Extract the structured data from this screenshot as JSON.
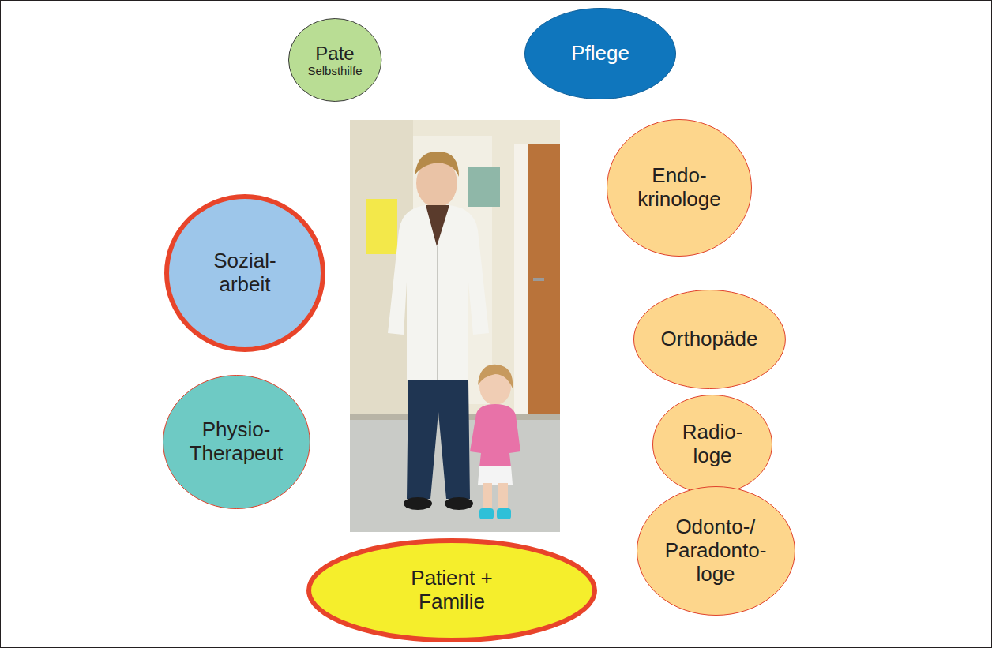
{
  "diagram": {
    "nodes": [
      {
        "text": [
          "Pate",
          "Selbsthilfe"
        ]
      },
      {
        "text": [
          "Pflege"
        ]
      },
      {
        "text": [
          "Endo- krinologe"
        ]
      },
      {
        "text": [
          "Sozial- arbeit"
        ]
      },
      {
        "text": [
          "Orthopäde"
        ]
      },
      {
        "text": [
          "Physio- Therapeut"
        ]
      },
      {
        "text": [
          "Radio- loge"
        ]
      },
      {
        "text": [
          "Odonto-/ Paradonto- loge"
        ]
      },
      {
        "text": [
          "Patient + Familie"
        ]
      }
    ]
  }
}
